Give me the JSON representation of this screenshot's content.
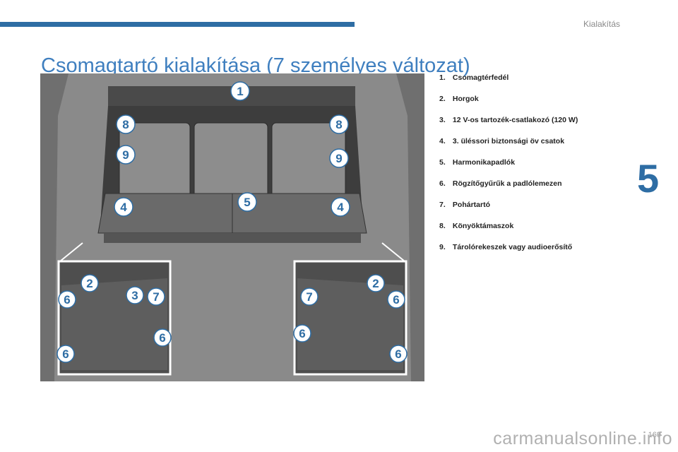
{
  "header": {
    "section": "Kialakítás"
  },
  "page": {
    "title": "Csomagtartó kialakítása (7 személyes változat)",
    "chapter": "5",
    "page_number": "169"
  },
  "legend": [
    {
      "num": "1.",
      "label": "Csomagtérfedél"
    },
    {
      "num": "2.",
      "label": "Horgok"
    },
    {
      "num": "3.",
      "label": "12 V-os tartozék-csatlakozó (120 W)"
    },
    {
      "num": "4.",
      "label": "3. üléssori biztonsági öv csatok"
    },
    {
      "num": "5.",
      "label": "Harmonikapadlók"
    },
    {
      "num": "6.",
      "label": "Rögzítőgyűrűk a padlólemezen"
    },
    {
      "num": "7.",
      "label": "Pohártartó"
    },
    {
      "num": "8.",
      "label": "Könyöktámaszok"
    },
    {
      "num": "9.",
      "label": "Tárolórekeszek vagy audioerősítő"
    }
  ],
  "figure": {
    "callouts": [
      "1",
      "8",
      "8",
      "9",
      "9",
      "4",
      "5",
      "4",
      "2",
      "6",
      "3",
      "7",
      "6",
      "6",
      "7",
      "2",
      "6",
      "6",
      "6"
    ]
  },
  "footer": {
    "watermark": "carmanualsonline.info"
  },
  "colors": {
    "accent": "#2e6da4",
    "title": "#3f7fbf",
    "photo_bg": "#7a7a7a"
  }
}
